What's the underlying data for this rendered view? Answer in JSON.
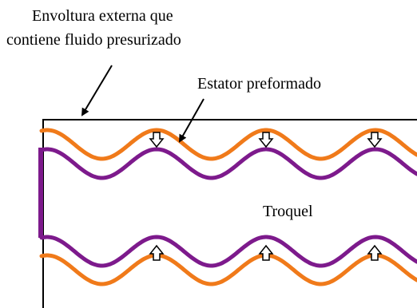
{
  "labels": {
    "envelope_line1": "Envoltura externa que",
    "envelope_line2": "contiene fluido presurizado",
    "stator": "Estator preformado",
    "die": "Troquel"
  },
  "colors": {
    "stator_wave": "#f07a1a",
    "die_wave": "#7d1a8c",
    "envelope": "#000000",
    "pressure_arrow_fill": "#ffffff",
    "pressure_arrow_stroke": "#000000"
  },
  "pressure_arrows": {
    "top_row": {
      "count": 3,
      "direction": "down"
    },
    "bottom_row": {
      "count": 3,
      "direction": "up"
    }
  }
}
